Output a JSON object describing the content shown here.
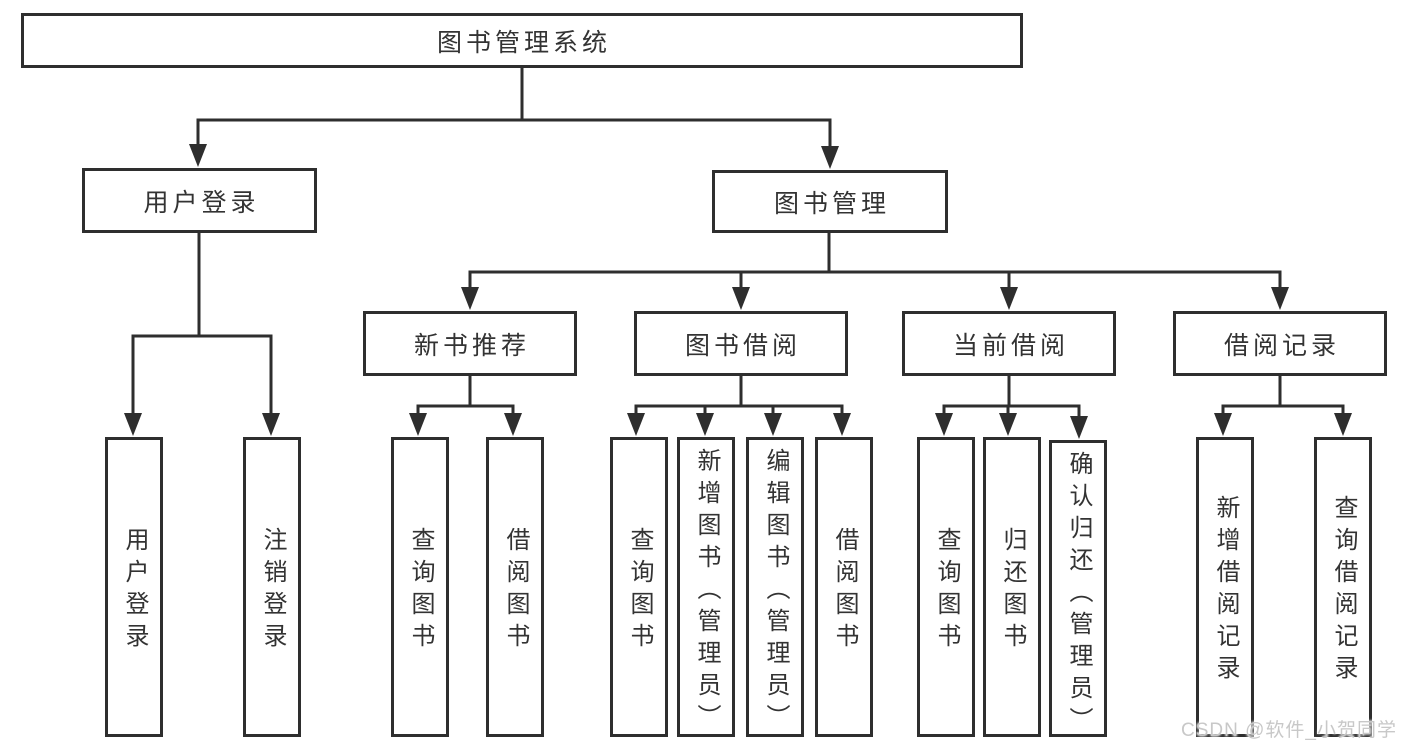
{
  "diagram": {
    "root": {
      "label": "图书管理系统"
    },
    "branches": [
      {
        "label": "用户登录",
        "children": [
          {
            "label": "用户登录"
          },
          {
            "label": "注销登录"
          }
        ]
      },
      {
        "label": "图书管理",
        "children": [
          {
            "label": "新书推荐",
            "children": [
              {
                "label": "查询图书"
              },
              {
                "label": "借阅图书"
              }
            ]
          },
          {
            "label": "图书借阅",
            "children": [
              {
                "label": "查询图书"
              },
              {
                "label": "新增图书（管理员）"
              },
              {
                "label": "编辑图书（管理员）"
              },
              {
                "label": "借阅图书"
              }
            ]
          },
          {
            "label": "当前借阅",
            "children": [
              {
                "label": "查询图书"
              },
              {
                "label": "归还图书"
              },
              {
                "label": "确认归还（管理员）"
              }
            ]
          },
          {
            "label": "借阅记录",
            "children": [
              {
                "label": "新增借阅记录"
              },
              {
                "label": "查询借阅记录"
              }
            ]
          }
        ]
      }
    ]
  },
  "watermark": {
    "text": "CSDN @软件_小贺同学"
  },
  "colors": {
    "line": "#2e2e2e",
    "text": "#333333",
    "background": "#ffffff",
    "watermark": "#c8c8c8"
  }
}
